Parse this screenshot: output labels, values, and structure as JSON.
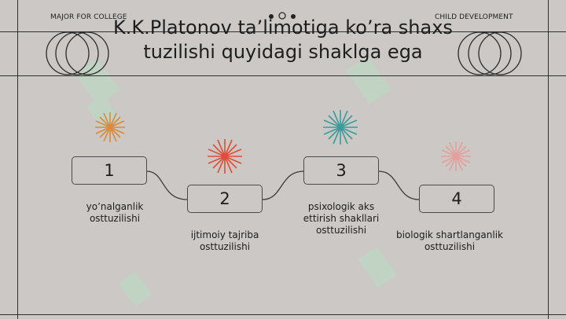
{
  "header": {
    "left_label": "MAJOR FOR COLLEGE",
    "right_label": "CHILD DEVELOPMENT"
  },
  "title": "K.K.Platonov ta’limotiga ko’ra shaxs tuzilishi quyidagi shaklga ega",
  "steps": [
    {
      "number": "1",
      "caption": "yo’nalganlik osttuzilishi",
      "burst_color": "#d98a3c"
    },
    {
      "number": "2",
      "caption": "ijtimoiy tajriba osttuzilishi",
      "burst_color": "#de4e3a"
    },
    {
      "number": "3",
      "caption": "psixologik aks ettirish shakllari osttuzilishi",
      "burst_color": "#3a9d9b"
    },
    {
      "number": "4",
      "caption": "biologik shartlanganlik osttuzilishi",
      "burst_color": "#e3a09a"
    }
  ],
  "colors": {
    "background": "#cbc8c5",
    "watermark": "#b7e0c0",
    "lines": "#2f2f2f"
  }
}
